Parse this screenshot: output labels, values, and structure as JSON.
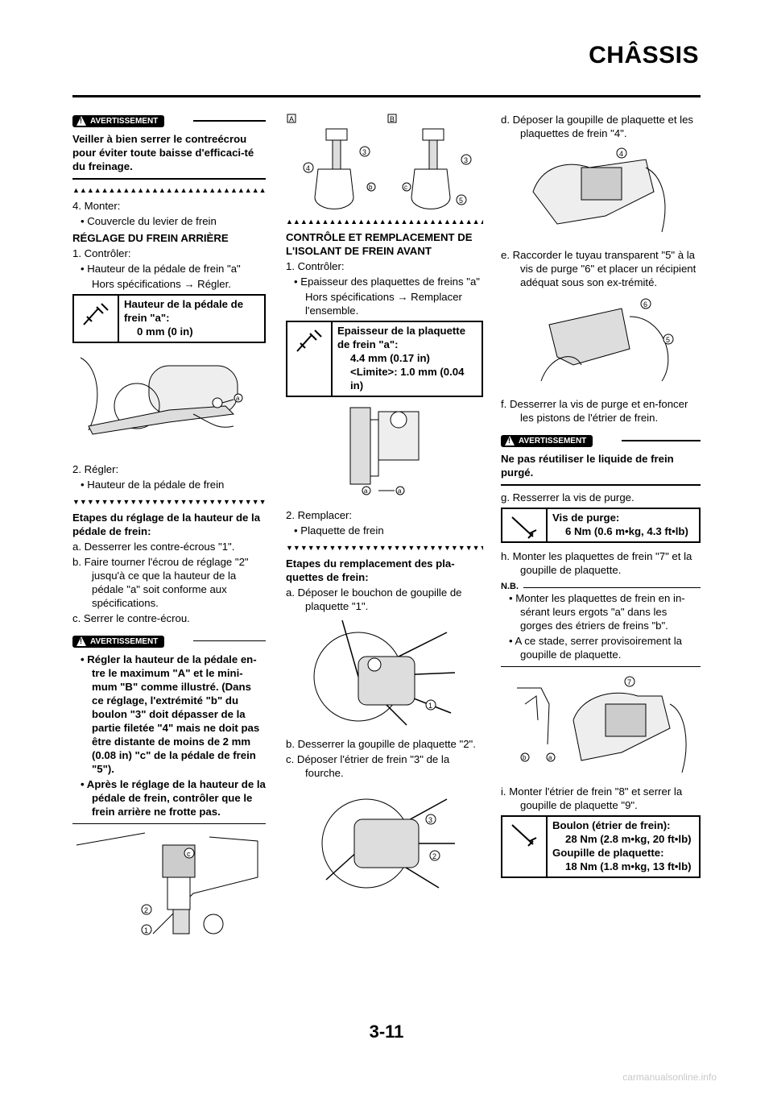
{
  "header": {
    "title": "CHÂSSIS"
  },
  "page_number": "3-11",
  "watermark": "carmanualsonline.info",
  "warning_label": "AVERTISSEMENT",
  "col1": {
    "warn1_text": "Veiller à bien serrer le contreécrou pour éviter toute baisse d'efficaci-té du freinage.",
    "step4": "4. Monter:",
    "step4_item": "• Couvercle du levier de frein",
    "section_title": "RÉGLAGE DU FREIN ARRIÈRE",
    "step1": "1. Contrôler:",
    "step1_item": "• Hauteur de la pédale de frein \"a\"",
    "step1_note": "Hors spécifications → Régler.",
    "spec_title": "Hauteur de la pédale de frein \"a\":",
    "spec_value": "0 mm (0 in)",
    "fig1_label_a": "a",
    "step2": "2. Régler:",
    "step2_item": "• Hauteur de la pédale de frein",
    "proc_title": "Etapes du réglage de la hauteur de la pédale de frein:",
    "proc_a": "a. Desserrer les contre-écrous \"1\".",
    "proc_b": "b. Faire tourner l'écrou de réglage \"2\" jusqu'à ce que la hauteur de la pédale \"a\" soit conforme aux spécifications.",
    "proc_c": "c. Serrer le contre-écrou.",
    "warn2_b1": "• Régler la hauteur de la pédale en-tre le maximum \"A\" et le mini-mum \"B\" comme illustré. (Dans ce réglage, l'extrémité \"b\" du boulon \"3\" doit dépasser de la partie filetée \"4\" mais ne doit pas être distante de moins de 2 mm (0.08 in) \"c\" de la pédale de frein \"5\").",
    "warn2_b2": "• Après le réglage de la hauteur de la pédale de frein, contrôler que le frein arrière ne frotte pas.",
    "fig2_labels": [
      "2",
      "1",
      "c"
    ]
  },
  "col2": {
    "figA_labels": [
      "A",
      "B",
      "3",
      "4",
      "b",
      "3",
      "c",
      "5"
    ],
    "section_title": "CONTRÔLE ET REMPLACEMENT DE L'ISOLANT DE FREIN AVANT",
    "step1": "1. Contrôler:",
    "step1_item": "• Epaisseur des plaquettes de freins \"a\"",
    "step1_note": "Hors spécifications → Remplacer l'ensemble.",
    "spec_title": "Epaisseur de la plaquette de frein \"a\":",
    "spec_value1": "4.4 mm (0.17 in)",
    "spec_value2": "<Limite>: 1.0 mm (0.04 in)",
    "fig_pad_labels": [
      "a",
      "a"
    ],
    "step2": "2. Remplacer:",
    "step2_item": "• Plaquette de frein",
    "proc_title": "Etapes du remplacement des pla-quettes de frein:",
    "proc_a": "a. Déposer le bouchon de goupille de plaquette \"1\".",
    "fig_a_label": "1",
    "proc_b": "b. Desserrer la goupille de plaquette \"2\".",
    "proc_c": "c. Déposer l'étrier de frein \"3\" de la fourche.",
    "fig_c_labels": [
      "3",
      "2"
    ]
  },
  "col3": {
    "proc_d": "d. Déposer la goupille de plaquette et les plaquettes de frein \"4\".",
    "fig_d_label": "4",
    "proc_e": "e. Raccorder le tuyau transparent \"5\" à la vis de purge \"6\" et placer un récipient adéquat sous son ex-trémité.",
    "fig_e_labels": [
      "6",
      "5"
    ],
    "proc_f": "f. Desserrer la vis de purge et en-foncer les pistons de l'étrier de frein.",
    "warn_text": "Ne pas réutiliser le liquide de frein purgé.",
    "proc_g": "g. Resserrer la vis de purge.",
    "spec1_title": "Vis de purge:",
    "spec1_value": "6 Nm (0.6 m•kg, 4.3 ft•lb)",
    "proc_h": "h. Monter les plaquettes de frein \"7\" et la goupille de plaquette.",
    "nb_label": "N.B.",
    "nb_b1": "• Monter les plaquettes de frein en in-sérant leurs ergots \"a\" dans les gorges des étriers de freins \"b\".",
    "nb_b2": "• A ce stade, serrer provisoirement la goupille de plaquette.",
    "fig_h_labels": [
      "7",
      "b",
      "a"
    ],
    "proc_i": "i. Monter l'étrier de frein \"8\" et serrer la goupille de plaquette \"9\".",
    "spec2_title": "Boulon (étrier de frein):",
    "spec2_value": "28 Nm (2.8 m•kg, 20 ft•lb)",
    "spec2_title2": "Goupille de plaquette:",
    "spec2_value2": "18 Nm (1.8 m•kg, 13 ft•lb)"
  }
}
